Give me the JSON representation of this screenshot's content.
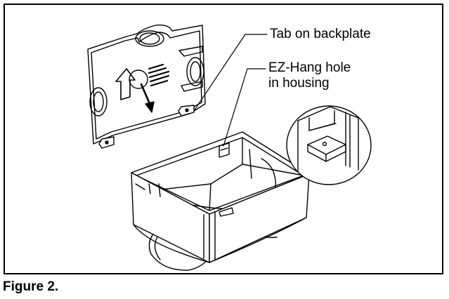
{
  "figure": {
    "caption": "Figure 2.",
    "callouts": {
      "tab_on_backplate": "Tab on backplate",
      "ez_hang_line1": "EZ-Hang hole",
      "ez_hang_line2": "in housing"
    }
  },
  "colors": {
    "ink": "#000000",
    "paper": "#ffffff",
    "shade": "#e6e6e6"
  }
}
